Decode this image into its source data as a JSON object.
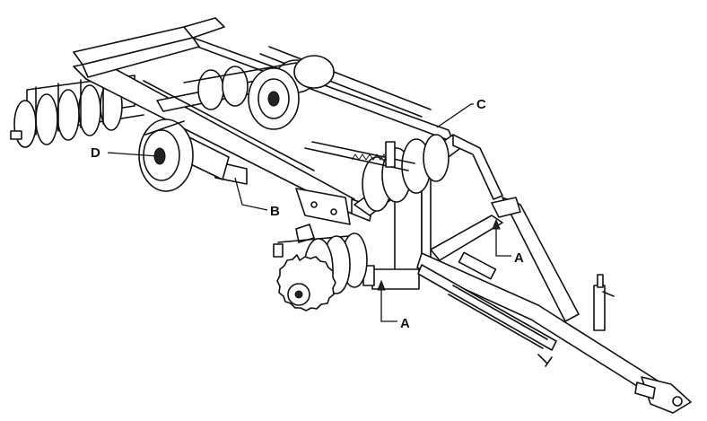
{
  "callouts": {
    "a_right": "A",
    "a_bottom": "A",
    "b": "B",
    "c": "C",
    "d": "D"
  },
  "colors": {
    "ink": "#111111",
    "paper": "#ffffff"
  }
}
